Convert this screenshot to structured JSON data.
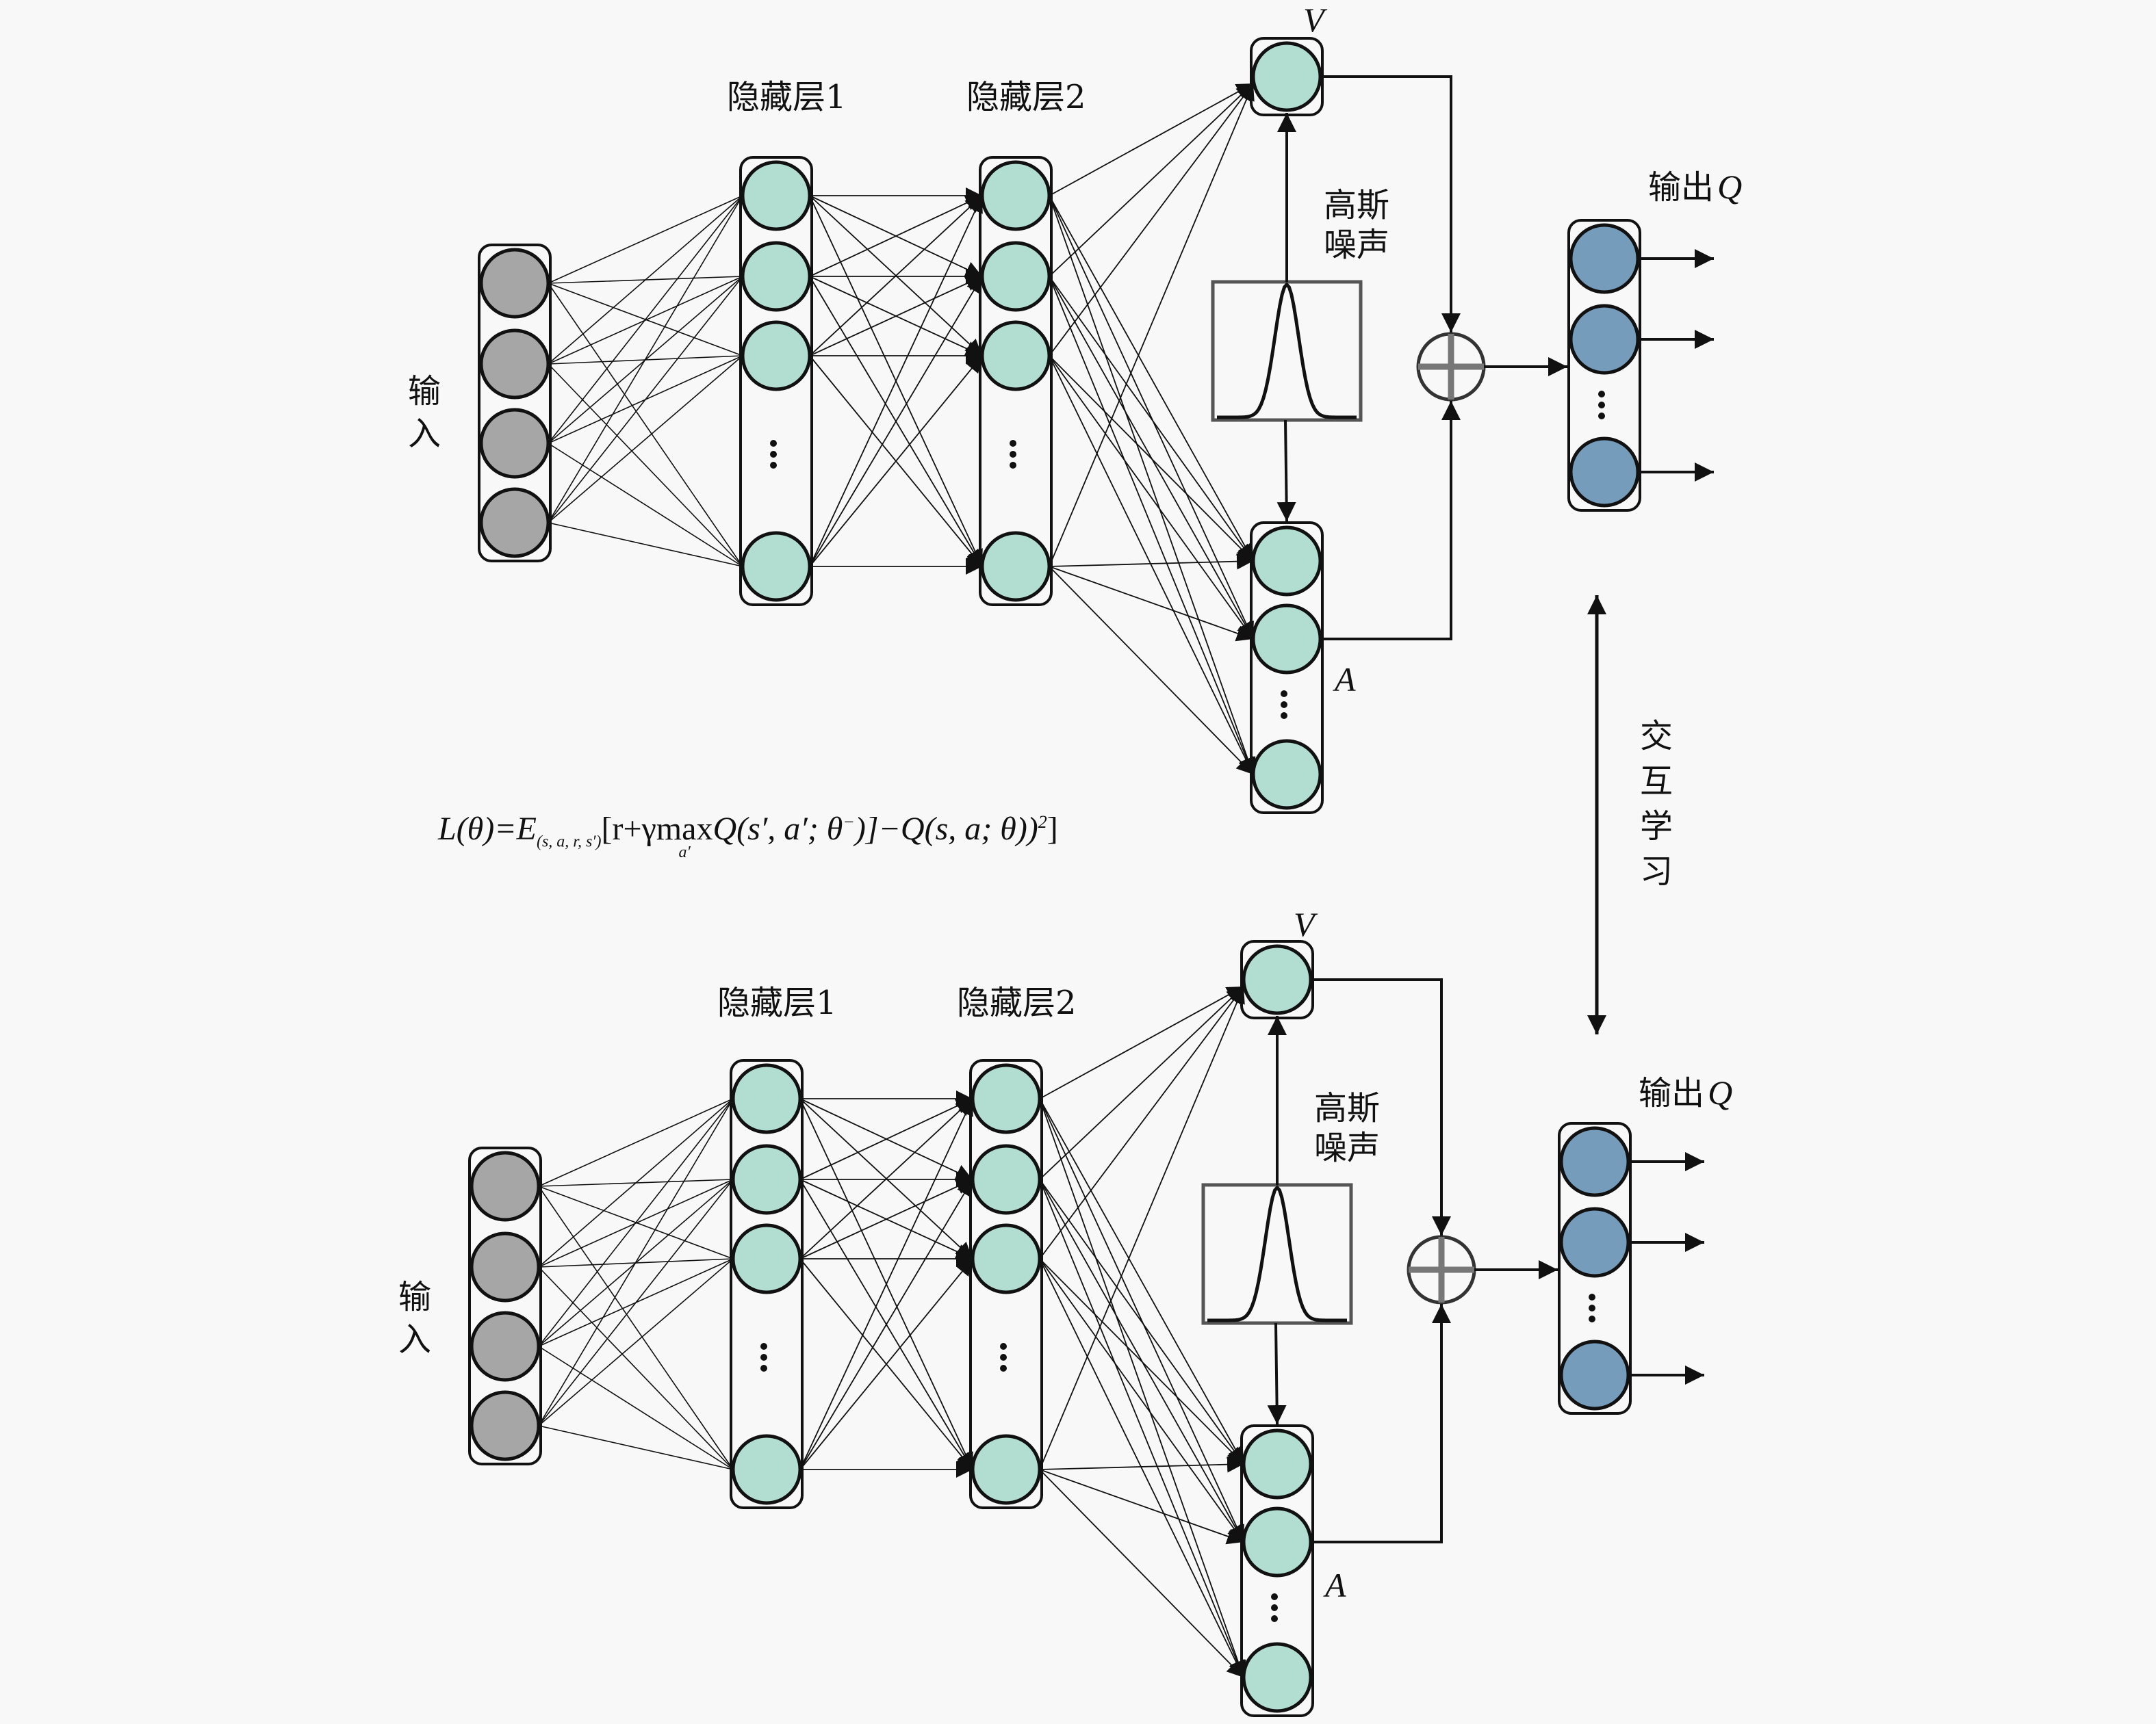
{
  "figure": {
    "colors": {
      "background": "#f8f8f8",
      "input_node": "#a6a6a6",
      "hidden_node": "#b2ded2",
      "output_node": "#769cbb",
      "stroke": "#111111",
      "gaussian_box": "#555555",
      "sum_cross": "#777777"
    },
    "loss_formula": {
      "lhs": "L(θ)=E",
      "subscript": "(s, a, r, s′)",
      "part1": "[r+γ",
      "max": "max",
      "max_sub": "a′",
      "part2": "Q(s′, a′; θ",
      "theta_minus_sup": "−",
      "part3": ")]−Q(s, a; θ))",
      "square_sup": "2",
      "close": "]"
    },
    "interaction": {
      "label_chars": [
        "交",
        "互",
        "学",
        "习"
      ],
      "arrow": "bidirectional"
    },
    "networks": [
      {
        "id": "top",
        "input_label": [
          "输",
          "入"
        ],
        "input_nodes": 4,
        "hidden1_label": "隐藏层1",
        "hidden2_label": "隐藏层2",
        "hidden_nodes_visible": 4,
        "hidden_ellipsis": "⋮",
        "value_label": "V",
        "advantage_label": "A",
        "advantage_nodes_visible": 3,
        "noise_label": [
          "高斯",
          "噪声"
        ],
        "sum_symbol": "⊕",
        "output_label": "输出",
        "output_var": "Q",
        "output_nodes_visible": 3
      },
      {
        "id": "bottom",
        "input_label": [
          "输",
          "入"
        ],
        "input_nodes": 4,
        "hidden1_label": "隐藏层1",
        "hidden2_label": "隐藏层2",
        "hidden_nodes_visible": 4,
        "hidden_ellipsis": "⋮",
        "value_label": "V",
        "advantage_label": "A",
        "advantage_nodes_visible": 3,
        "noise_label": [
          "高斯",
          "噪声"
        ],
        "sum_symbol": "⊕",
        "output_label": "输出",
        "output_var": "Q",
        "output_nodes_visible": 3
      }
    ]
  }
}
